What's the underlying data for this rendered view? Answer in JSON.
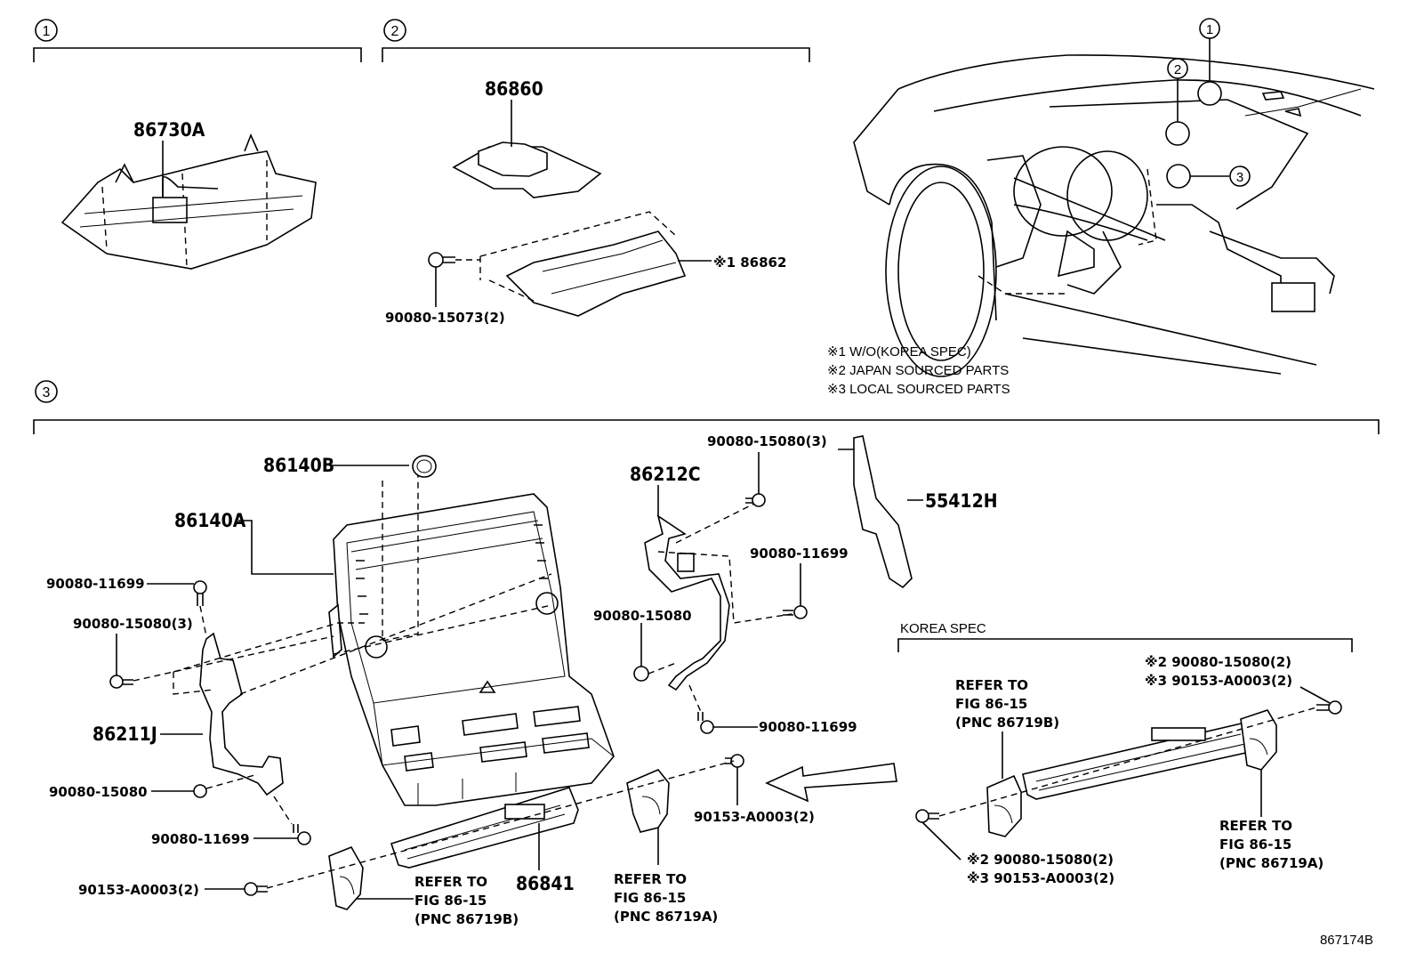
{
  "sections": {
    "s1": "1",
    "s2": "2",
    "s3": "3"
  },
  "callouts": {
    "c1": "1",
    "c2": "2",
    "c3": "3"
  },
  "notes": {
    "n1": "※1 W/O(KOREA SPEC)",
    "n2": "※2 JAPAN SOURCED PARTS",
    "n3": "※3 LOCAL SOURCED PARTS"
  },
  "korea_spec": "KOREA SPEC",
  "parts": {
    "p86730A": "86730A",
    "p86860": "86860",
    "p86862": "※1 86862",
    "p90080_15073": "90080-15073(2)",
    "p86140B": "86140B",
    "p86140A": "86140A",
    "p86212C": "86212C",
    "p90080_15080_3_top": "90080-15080(3)",
    "p55412H": "55412H",
    "p90080_11699_left": "90080-11699",
    "p90080_15080_3_left": "90080-15080(3)",
    "p90080_11699_right": "90080-11699",
    "p90080_15080_mid": "90080-15080",
    "p86211J": "86211J",
    "p90080_11699_mid": "90080-11699",
    "p90080_15080_left2": "90080-15080",
    "p90080_11699_bottom": "90080-11699",
    "p90153_A0003_mid": "90153-A0003(2)",
    "p90153_A0003_left": "90153-A0003(2)",
    "p86841": "86841",
    "k_top1": "※2 90080-15080(2)",
    "k_top2": "※3 90153-A0003(2)",
    "k_bot1": "※2 90080-15080(2)",
    "k_bot2": "※3 90153-A0003(2)"
  },
  "refer": {
    "r1": [
      "REFER TO",
      "FIG 86-15",
      "(PNC 86719B)"
    ],
    "r2": [
      "REFER TO",
      "FIG 86-15",
      "(PNC 86719A)"
    ],
    "r3": [
      "REFER TO",
      "FIG 86-15",
      "(PNC 86719B)"
    ],
    "r4": [
      "REFER TO",
      "FIG 86-15",
      "(PNC 86719A)"
    ]
  },
  "figure_id": "867174B"
}
